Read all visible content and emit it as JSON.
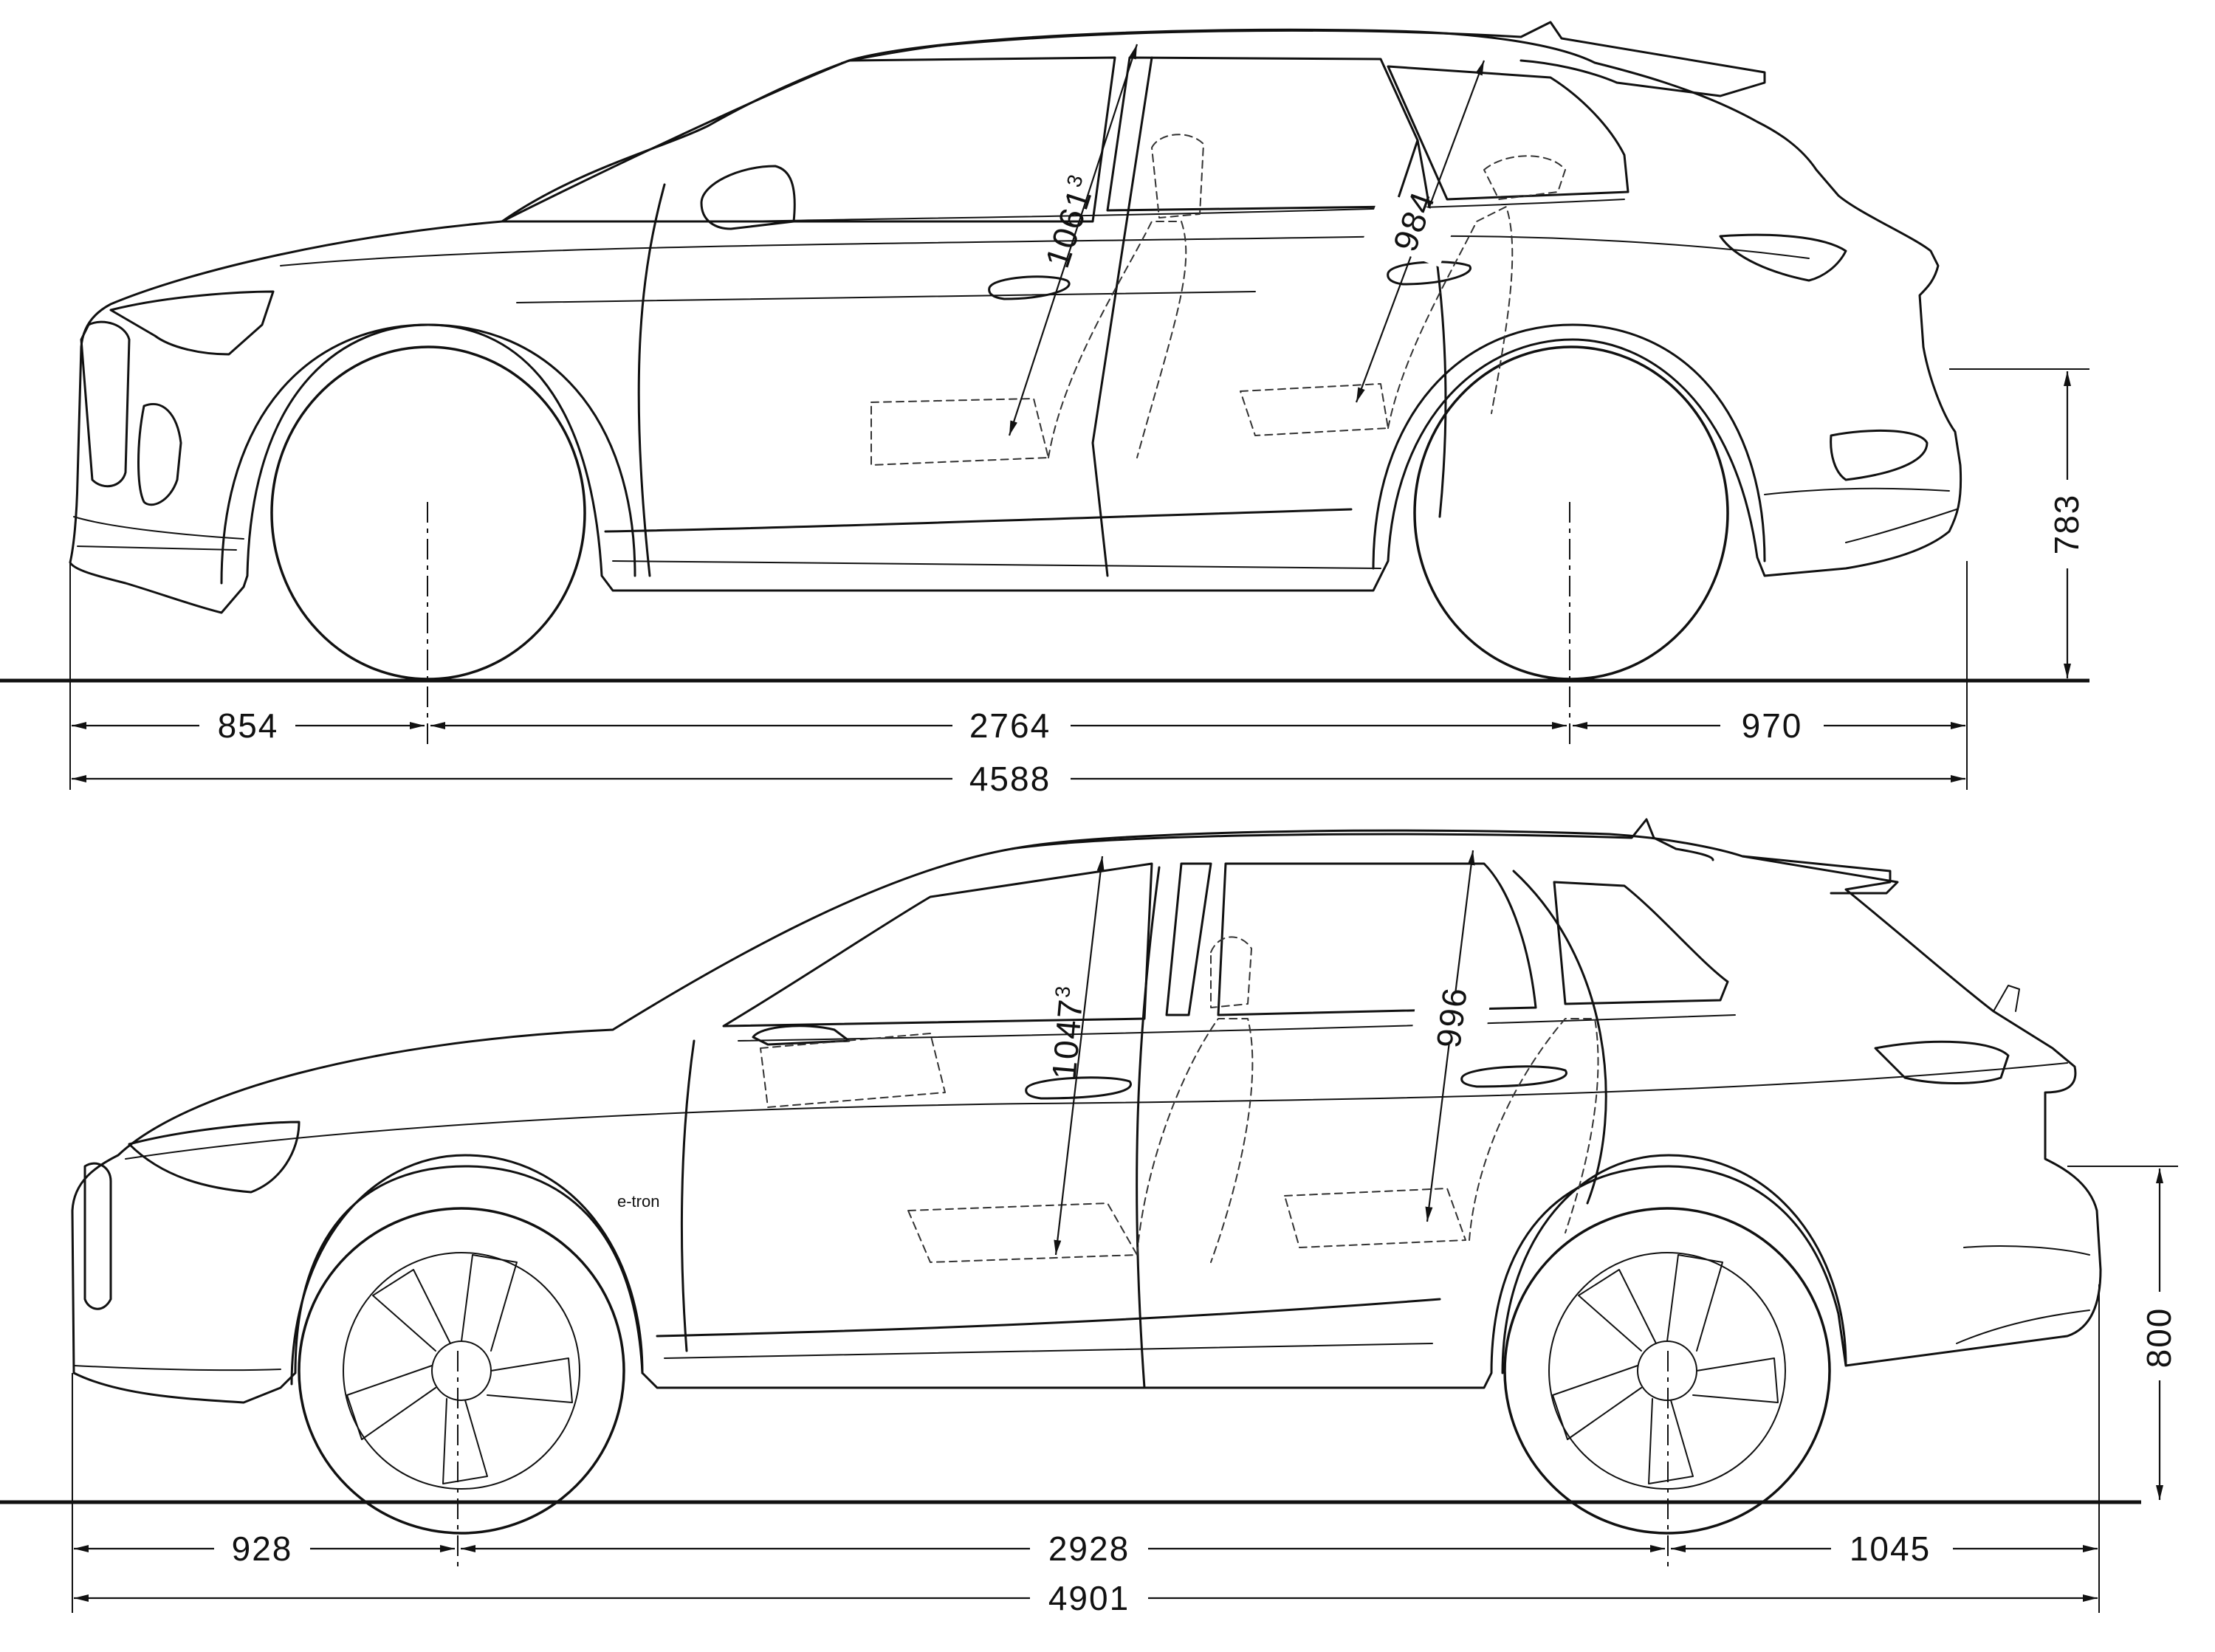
{
  "top_vehicle": {
    "front_overhang": "854",
    "wheelbase": "2764",
    "rear_overhang": "970",
    "overall_length": "4588",
    "rear_bumper_height": "783",
    "front_headroom": "1061",
    "front_headroom_note": "3",
    "rear_headroom": "984"
  },
  "bottom_vehicle": {
    "front_overhang": "928",
    "wheelbase": "2928",
    "rear_overhang": "1045",
    "overall_length": "4901",
    "rear_bumper_height": "800",
    "front_headroom": "1047",
    "front_headroom_note": "3",
    "rear_headroom": "996",
    "badge_text": "e-tron"
  }
}
